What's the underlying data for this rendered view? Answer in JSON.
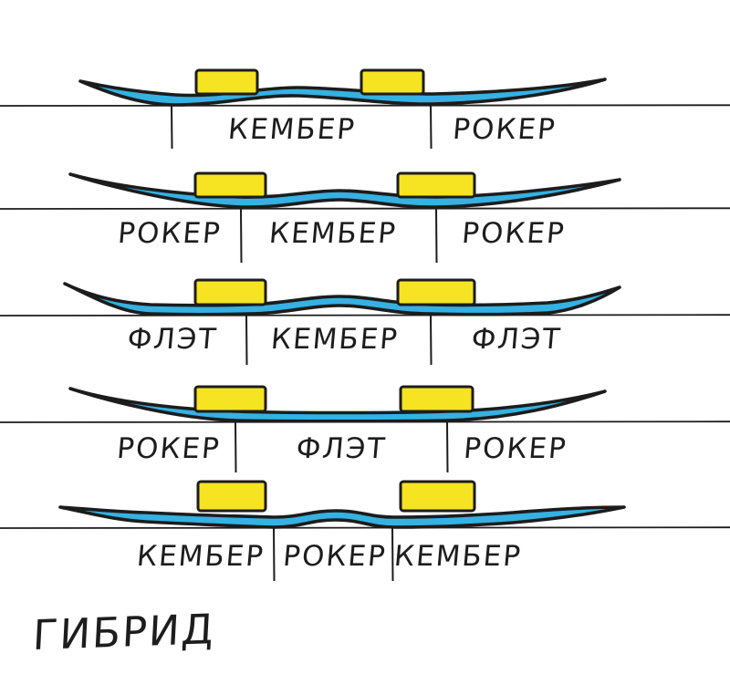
{
  "title": {
    "label": "ГИБРИД"
  },
  "colors": {
    "board_blue": "#35b1e2",
    "binding_yellow": "#f6e321",
    "ink": "#1c1c1c"
  },
  "profiles": [
    {
      "name": "camber-rocker",
      "sections": [
        "КЕМБЕР",
        "РОКЕР"
      ]
    },
    {
      "name": "rocker-camber-rocker",
      "sections": [
        "РОКЕР",
        "КЕМБЕР",
        "РОКЕР"
      ]
    },
    {
      "name": "flat-camber-flat",
      "sections": [
        "ФЛЭТ",
        "КЕМБЕР",
        "ФЛЭТ"
      ]
    },
    {
      "name": "rocker-flat-rocker",
      "sections": [
        "РОКЕР",
        "ФЛЭТ",
        "РОКЕР"
      ]
    },
    {
      "name": "camber-rocker-camber",
      "sections": [
        "КЕМБЕР",
        "РОКЕР",
        "КЕМБЕР"
      ]
    }
  ]
}
